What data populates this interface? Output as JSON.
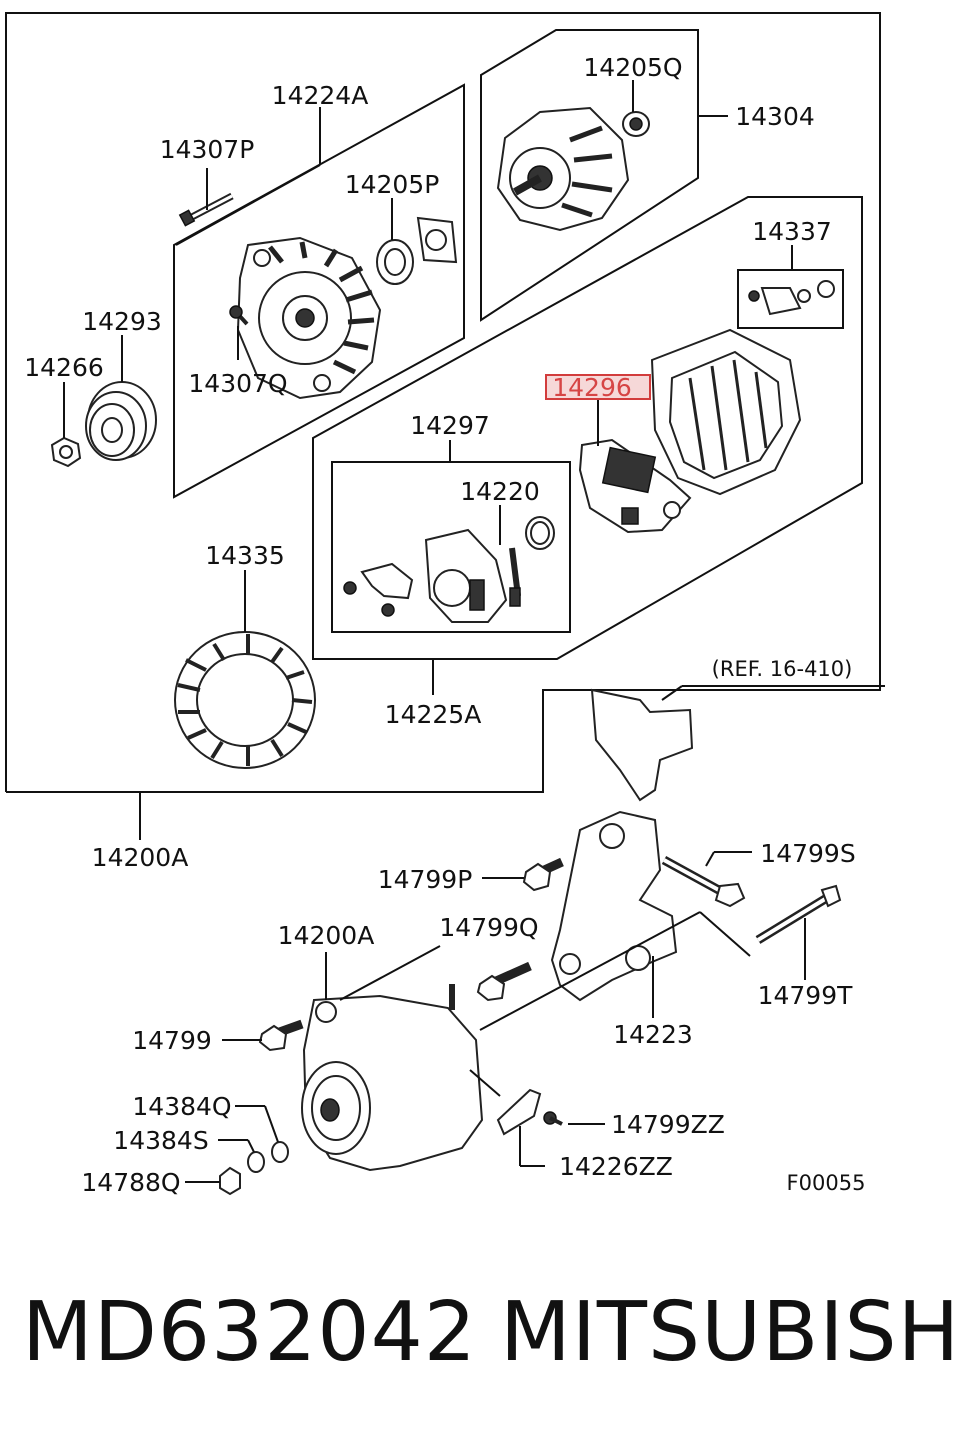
{
  "labels": {
    "p14224A": "14224A",
    "p14307P": "14307P",
    "p14205P": "14205P",
    "p14293": "14293",
    "p14266": "14266",
    "p14307Q": "14307Q",
    "p14205Q": "14205Q",
    "p14304": "14304",
    "p14337": "14337",
    "p14296": "14296",
    "p14297": "14297",
    "p14220": "14220",
    "p14335": "14335",
    "p14225A": "14225A",
    "p14200A_top": "14200A",
    "ref": "(REF. 16-410)",
    "p14799S": "14799S",
    "p14799P": "14799P",
    "p14200A": "14200A",
    "p14799Q": "14799Q",
    "p14799T": "14799T",
    "p14223": "14223",
    "p14799": "14799",
    "p14384Q": "14384Q",
    "p14384S": "14384S",
    "p14788Q": "14788Q",
    "p14799ZZ": "14799ZZ",
    "p14226ZZ": "14226ZZ",
    "figure_code": "F00055"
  },
  "footer": {
    "part_number": "MD632042",
    "brand": "MITSUBISHI"
  },
  "highlight_color": "#d23c3c"
}
